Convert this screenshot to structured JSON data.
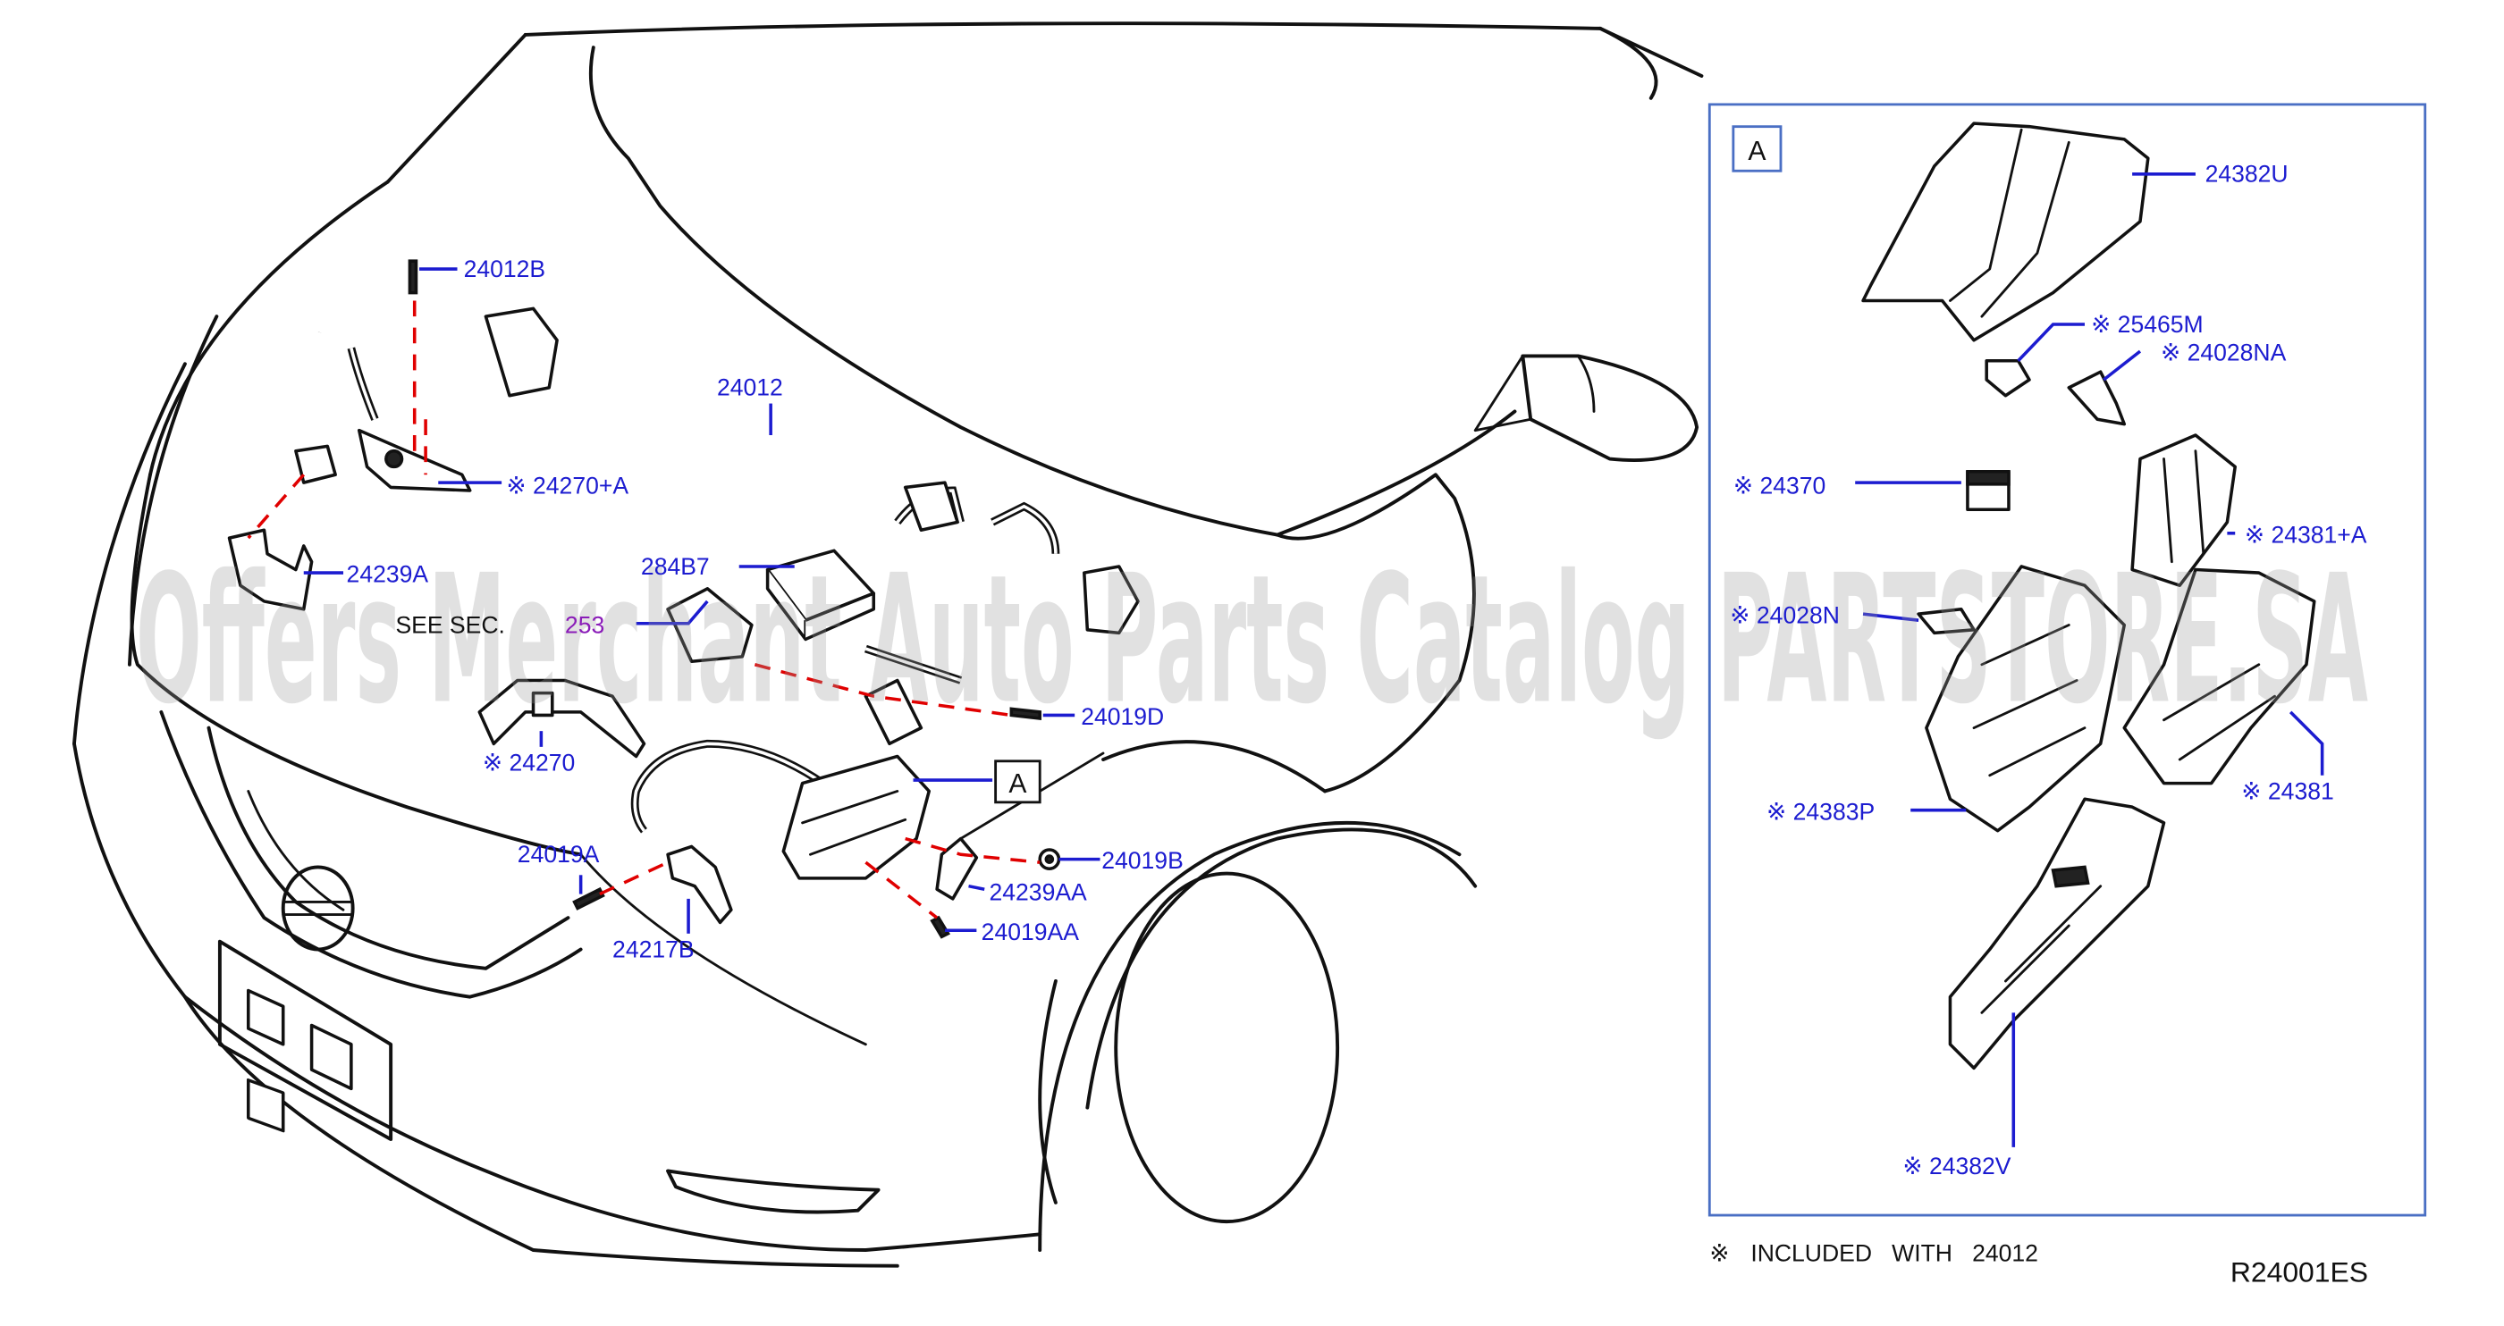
{
  "watermark": "Offers Merchant Auto Parts Catalog PARTSTORE.SA",
  "diagram_code": "R24001ES",
  "footnote": {
    "symbol": "※",
    "text": "INCLUDED   WITH   24012"
  },
  "see_section": {
    "text": "SEE   SEC.",
    "section": "253"
  },
  "detail_box": {
    "label": "A"
  },
  "detail_ref_label": "A",
  "callouts_main": [
    {
      "id": "24012B",
      "label": "24012B"
    },
    {
      "id": "24012",
      "label": "24012"
    },
    {
      "id": "24270A",
      "label": "※ 24270+A"
    },
    {
      "id": "24239A",
      "label": "24239A"
    },
    {
      "id": "284B7",
      "label": "284B7"
    },
    {
      "id": "24019D",
      "label": "24019D"
    },
    {
      "id": "24270",
      "label": "※ 24270"
    },
    {
      "id": "24019A",
      "label": "24019A"
    },
    {
      "id": "24217B",
      "label": "24217B"
    },
    {
      "id": "24019B",
      "label": "24019B"
    },
    {
      "id": "24239AA",
      "label": "24239AA"
    },
    {
      "id": "24019AA",
      "label": "24019AA"
    }
  ],
  "callouts_detail": [
    {
      "id": "24382U",
      "label": "24382U"
    },
    {
      "id": "25465M",
      "label": "※ 25465M"
    },
    {
      "id": "24028NA",
      "label": "※ 24028NA"
    },
    {
      "id": "24370",
      "label": "※ 24370"
    },
    {
      "id": "24381A",
      "label": "※ 24381+A"
    },
    {
      "id": "24028N",
      "label": "※ 24028N"
    },
    {
      "id": "24381",
      "label": "※ 24381"
    },
    {
      "id": "24383P",
      "label": "※ 24383P"
    },
    {
      "id": "24382V",
      "label": "※ 24382V"
    }
  ]
}
